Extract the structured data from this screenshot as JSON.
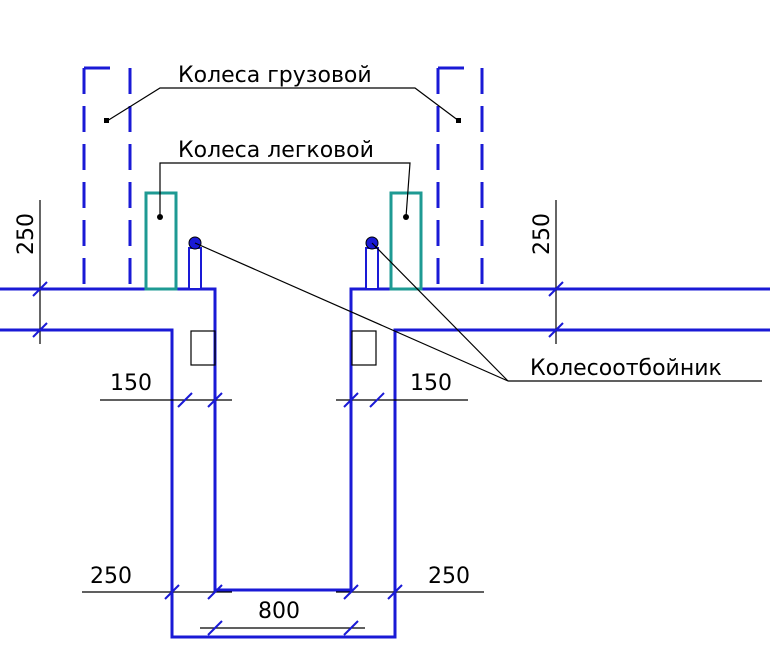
{
  "labels": {
    "truck_wheels": "Колеса грузовой",
    "car_wheels": "Колеса легковой",
    "wheel_stop": "Колесоотбойник"
  },
  "dimensions": {
    "left_top": "250",
    "right_top": "250",
    "left_inner": "150",
    "right_inner": "150",
    "left_bottom": "250",
    "right_bottom": "250",
    "bottom_width": "800"
  },
  "colors": {
    "structure": "#1a1ad6",
    "wheel": "#1e9a93",
    "leader": "#000000"
  }
}
